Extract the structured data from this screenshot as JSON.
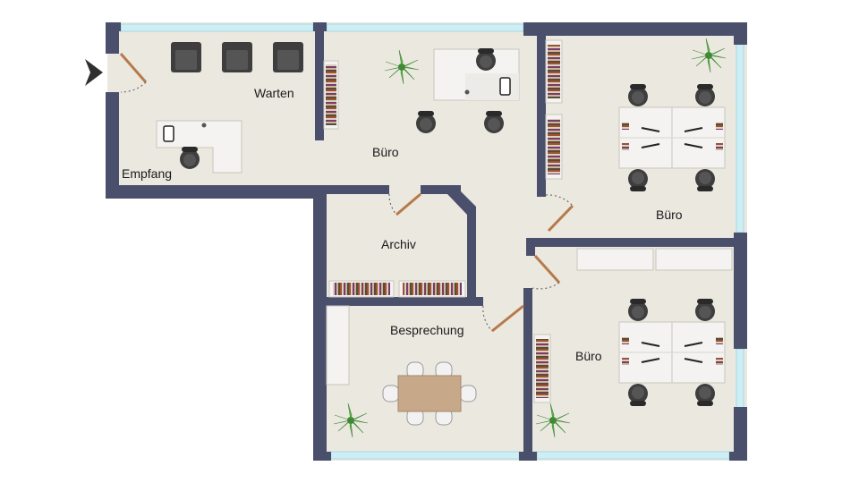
{
  "rooms": {
    "empfang": "Empfang",
    "warten": "Warten",
    "buero_center": "Büro",
    "buero_right_top": "Büro",
    "archiv": "Archiv",
    "besprechung": "Besprechung",
    "buero_right_bottom": "Büro"
  },
  "colors": {
    "wall": "#4a4f6b",
    "floor": "#ebe8e0",
    "window": "#cdeef4",
    "door": "#b77a4a",
    "furniture": "#f4f3f1",
    "chair": "#3e3e3e",
    "table_wood": "#c7a98a",
    "plant": "#5fb84a"
  },
  "icons": {
    "entrance": "entrance-arrow-icon",
    "plant": "plant-icon",
    "chair": "office-chair-icon",
    "armchair": "armchair-icon",
    "shelf": "bookshelf-icon",
    "monitor": "monitor-icon"
  }
}
